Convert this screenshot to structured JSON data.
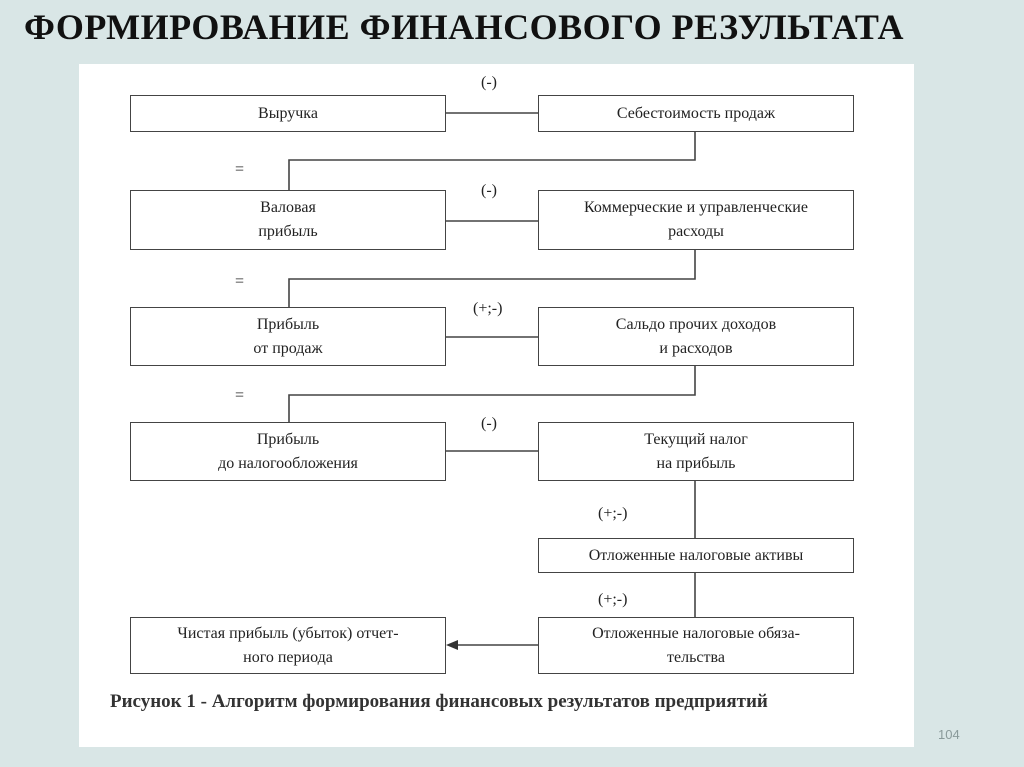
{
  "slide": {
    "title": "ФОРМИРОВАНИЕ ФИНАНСОВОГО РЕЗУЛЬТАТА",
    "page_number": "104"
  },
  "diagram": {
    "caption": "Рисунок 1 - Алгоритм формирования финансовых результатов предприятий",
    "boxes": {
      "revenue": [
        "Выручка"
      ],
      "cost_of_sales": [
        "Себестоимость продаж"
      ],
      "gross_profit": [
        "Валовая",
        "прибыль"
      ],
      "commercial_admin_expenses": [
        "Коммерческие и управленческие",
        "расходы"
      ],
      "sales_profit": [
        "Прибыль",
        "от продаж"
      ],
      "other_income_balance": [
        "Сальдо прочих доходов",
        "и расходов"
      ],
      "pretax_profit": [
        "Прибыль",
        "до налогообложения"
      ],
      "current_income_tax": [
        "Текущий налог",
        "на прибыль"
      ],
      "deferred_tax_assets": [
        "Отложенные налоговые активы"
      ],
      "deferred_tax_liabilities": [
        "Отложенные налоговые обяза-",
        "тельства"
      ],
      "net_profit": [
        "Чистая прибыль (убыток) отчет-",
        "ного периода"
      ]
    },
    "operators": {
      "op1": "(-)",
      "eq1": "=",
      "op2": "(-)",
      "eq2": "=",
      "op3": "(+;-)",
      "eq3": "=",
      "op4": "(-)",
      "op5": "(+;-)",
      "op6": "(+;-)"
    }
  }
}
